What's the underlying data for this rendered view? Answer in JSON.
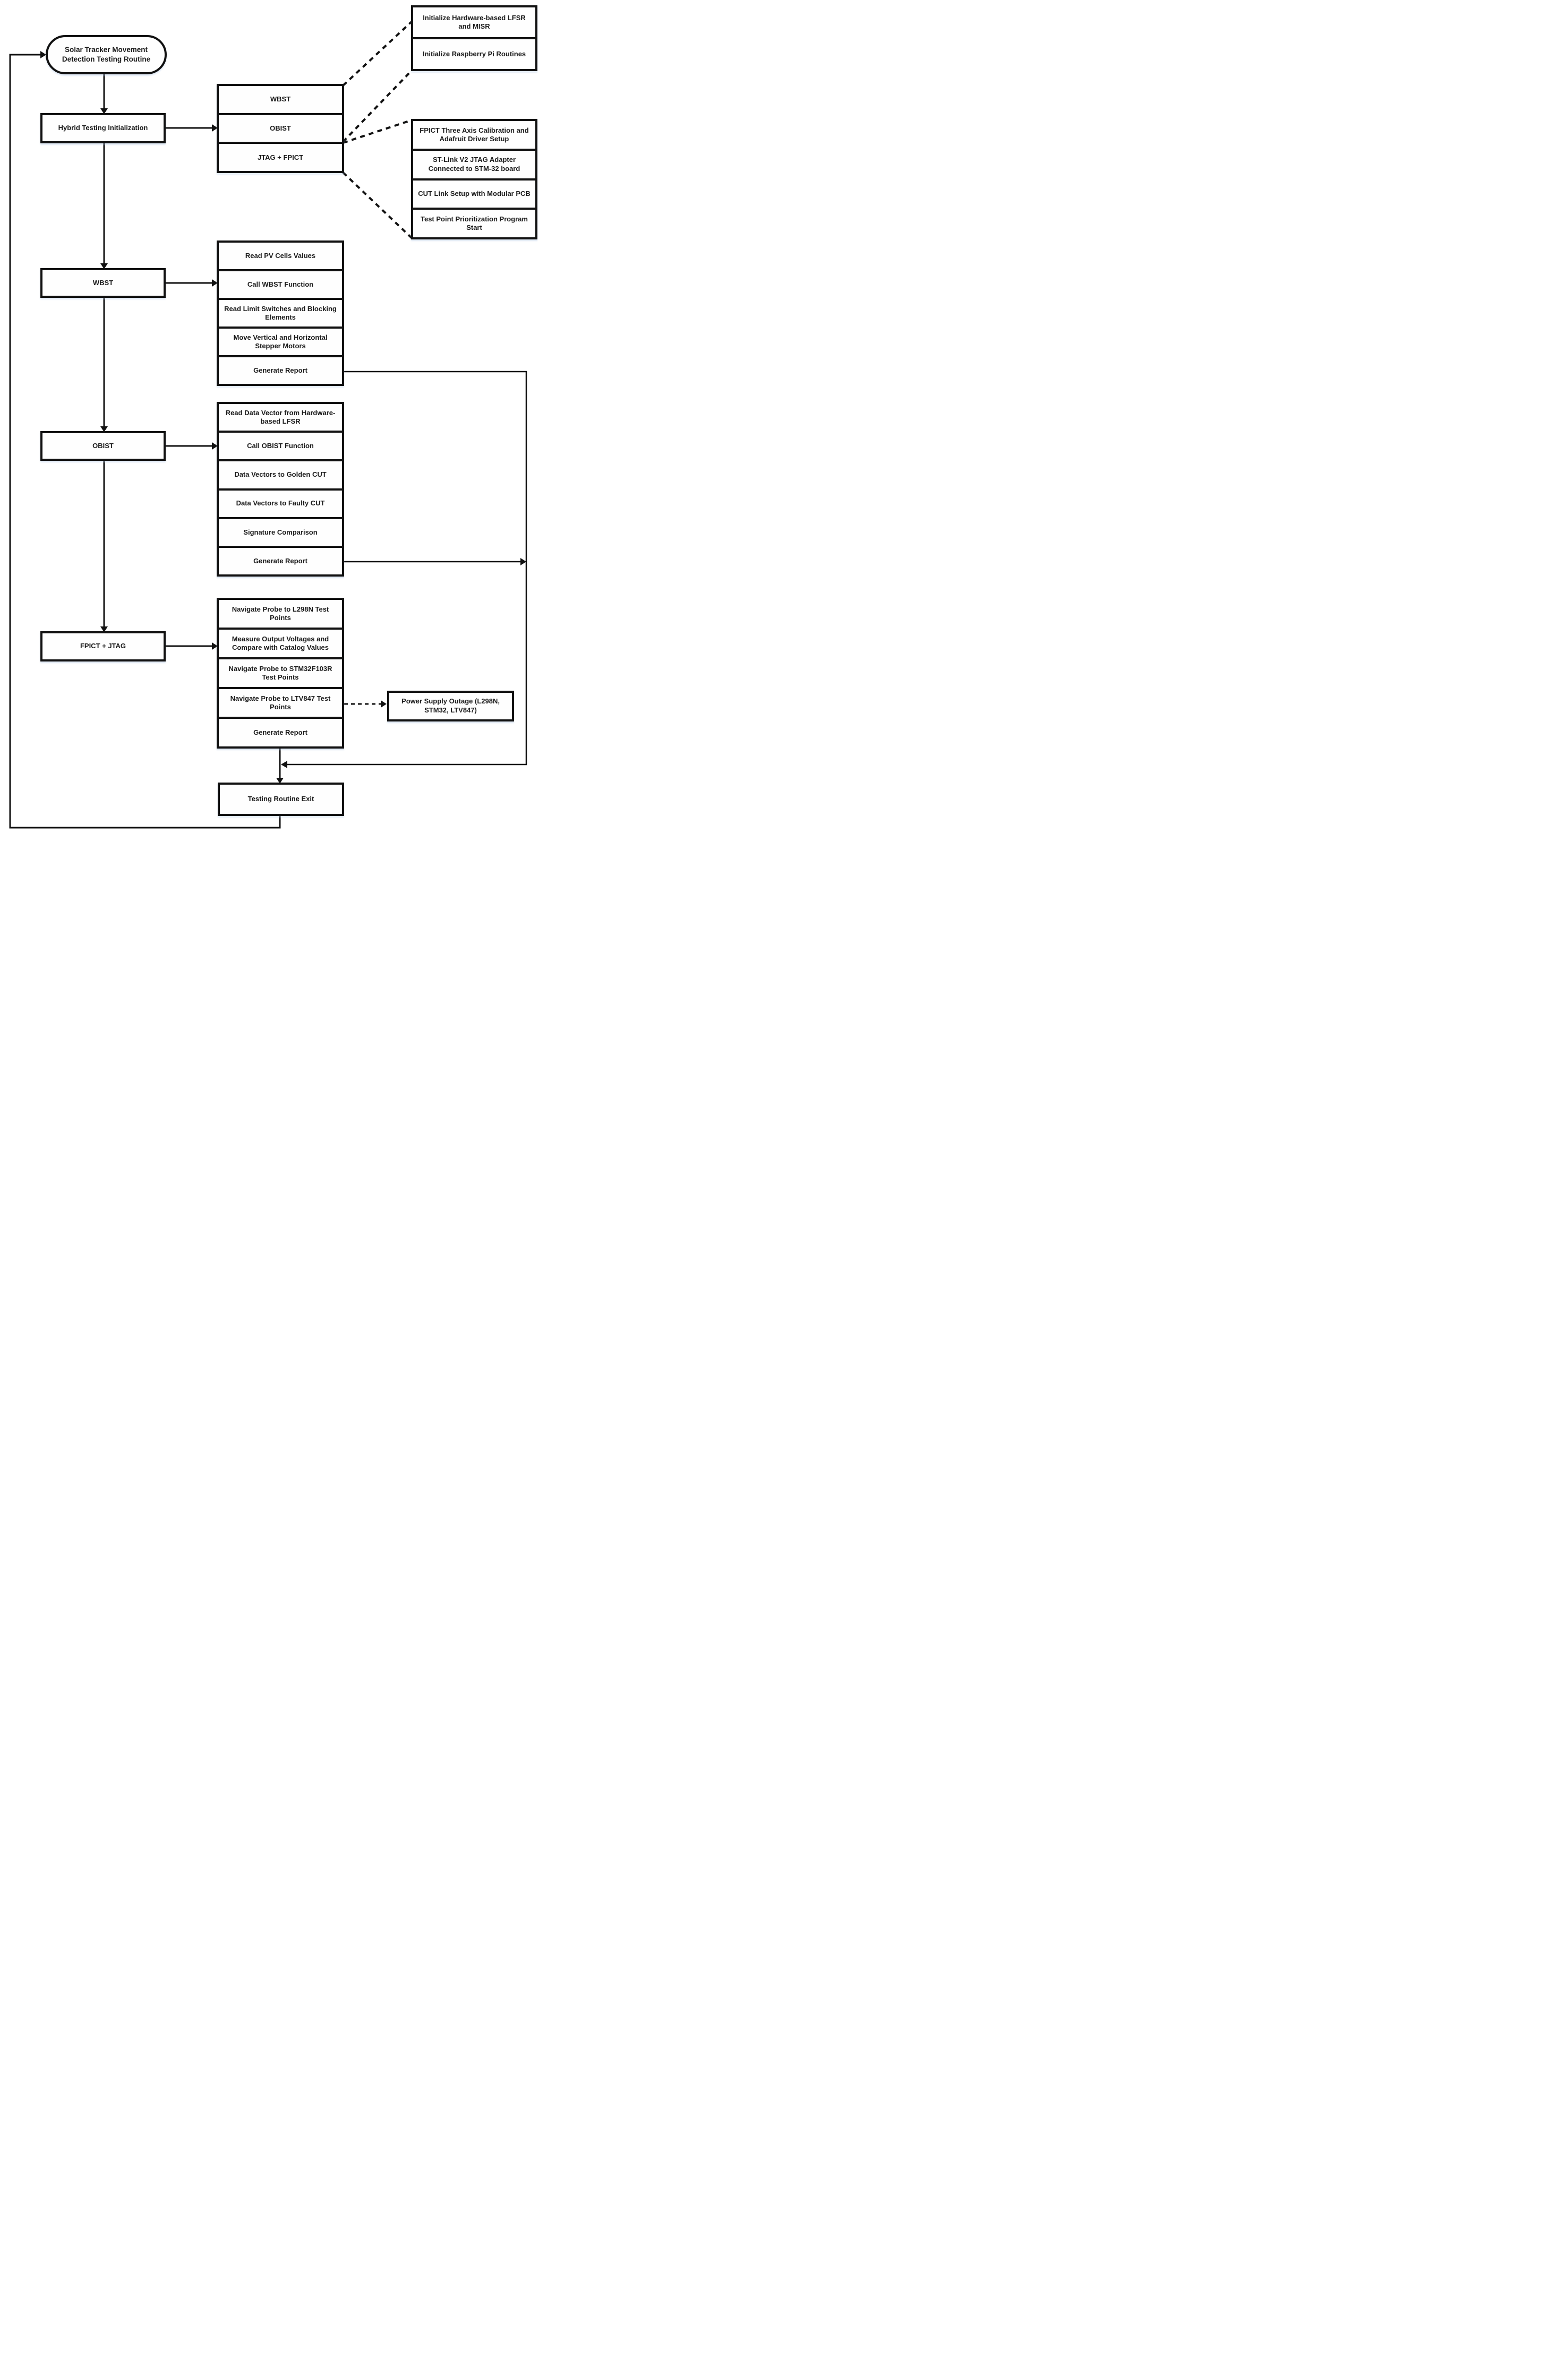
{
  "diagram": {
    "title": "Solar Tracker Movement Detection Testing Routine flowchart",
    "colors": {
      "line": "#111111",
      "box_background": "#fefefe",
      "text": "#1a1a1a"
    },
    "start": {
      "label": "Solar Tracker Movement Detection Testing Routine"
    },
    "left_column": [
      {
        "label": "Hybrid Testing Initialization"
      },
      {
        "label": "WBST"
      },
      {
        "label": "OBIST"
      },
      {
        "label": "FPICT + JTAG"
      }
    ],
    "method_stack": [
      "WBST",
      "OBIST",
      "JTAG + FPICT"
    ],
    "init_group": [
      "Initialize Hardware-based LFSR and MISR",
      "Initialize Raspberry Pi Routines"
    ],
    "fpict_setup_group": [
      "FPICT Three Axis Calibration and Adafruit Driver Setup",
      "ST-Link V2 JTAG Adapter Connected to STM-32 board",
      "CUT Link Setup with Modular PCB",
      "Test Point Prioritization Program Start"
    ],
    "wbst_steps": [
      "Read PV Cells Values",
      "Call WBST Function",
      "Read Limit Switches and Blocking Elements",
      "Move Vertical and Horizontal Stepper Motors",
      "Generate Report"
    ],
    "obist_steps": [
      "Read Data Vector from Hardware-based LFSR",
      "Call OBIST Function",
      "Data Vectors to Golden CUT",
      "Data Vectors to Faulty CUT",
      "Signature Comparison",
      "Generate Report"
    ],
    "fpict_steps": [
      "Navigate Probe to L298N Test Points",
      "Measure Output Voltages and Compare with Catalog Values",
      "Navigate Probe to STM32F103R Test Points",
      "Navigate Probe to LTV847 Test Points",
      "Generate Report"
    ],
    "power_outage": {
      "label": "Power Supply Outage (L298N, STM32, LTV847)"
    },
    "exit": {
      "label": "Testing Routine Exit"
    }
  }
}
